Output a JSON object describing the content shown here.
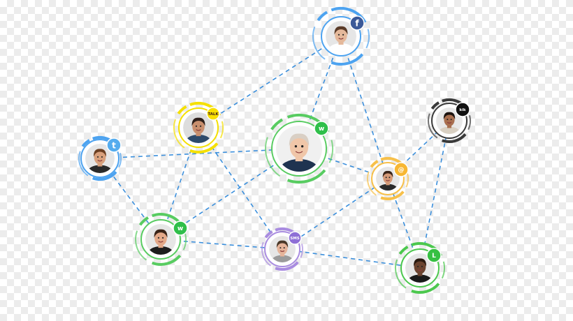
{
  "network": {
    "edge_color": "#3b8fdc",
    "nodes": [
      {
        "id": "n-facebook",
        "channel": "facebook",
        "channel_label": "f",
        "icon": "facebook-icon",
        "ring_color": "#4da3f0",
        "badge_color": "#3b5998",
        "skin": "#e4b89a",
        "hair": "#5a3b28",
        "shirt": "#ffffff",
        "bg": "#e6e6e6"
      },
      {
        "id": "n-kakao",
        "channel": "kakaotalk",
        "channel_label": "TALK",
        "icon": "kakaotalk-icon",
        "ring_color": "#f5e000",
        "badge_color": "#f9e000",
        "skin": "#c98f6e",
        "hair": "#2d1f1a",
        "shirt": "#2d4a6b",
        "bg": "#ddd"
      },
      {
        "id": "n-twitter",
        "channel": "twitter",
        "channel_label": "t",
        "icon": "twitter-icon",
        "ring_color": "#4da3f0",
        "badge_color": "#55acee",
        "skin": "#d8a07c",
        "hair": "#6b3f22",
        "shirt": "#2a2a2a",
        "bg": "#e6e6e6"
      },
      {
        "id": "n-main-whatsapp",
        "channel": "whatsapp",
        "channel_label": "w",
        "icon": "whatsapp-icon",
        "ring_color": "#58cc61",
        "badge_color": "#2fbf4a",
        "skin": "#f0c6a8",
        "hair": "#d9cfc4",
        "shirt": "#1f3350",
        "bg": "#f0f0f0"
      },
      {
        "id": "n-kik",
        "channel": "kik",
        "channel_label": "kik",
        "icon": "kik-icon",
        "ring_color": "#3a3a3a",
        "badge_color": "#111111",
        "skin": "#a86f4f",
        "hair": "#1c1410",
        "shirt": "#d9d0c2",
        "bg": "#e8e8e8"
      },
      {
        "id": "n-email",
        "channel": "email",
        "channel_label": "@",
        "icon": "envelope-icon",
        "ring_color": "#f7c04a",
        "badge_color": "#f7b733",
        "skin": "#d59a78",
        "hair": "#3a2418",
        "shirt": "#2b2b2b",
        "bg": "#e6e6e6"
      },
      {
        "id": "n-whatsapp-2",
        "channel": "whatsapp",
        "channel_label": "w",
        "icon": "whatsapp-icon",
        "ring_color": "#58cc61",
        "badge_color": "#2fbf4a",
        "skin": "#e3a888",
        "hair": "#3a2418",
        "shirt": "#1d1d1d",
        "bg": "#e6e6e6"
      },
      {
        "id": "n-sms",
        "channel": "sms",
        "channel_label": "SMS",
        "icon": "sms-icon",
        "ring_color": "#a98ce0",
        "badge_color": "#8e6fd6",
        "skin": "#e6b49a",
        "hair": "#4a3828",
        "shirt": "#9b9b9b",
        "bg": "#e6e6e6"
      },
      {
        "id": "n-line",
        "channel": "line",
        "channel_label": "L",
        "icon": "line-icon",
        "ring_color": "#4cc84e",
        "badge_color": "#37c043",
        "skin": "#6b4430",
        "hair": "#2a1a10",
        "shirt": "#1a1a1a",
        "bg": "#e6e6e6"
      }
    ],
    "edges": [
      [
        "n-facebook",
        "n-kakao"
      ],
      [
        "n-facebook",
        "n-main-whatsapp"
      ],
      [
        "n-facebook",
        "n-email"
      ],
      [
        "n-kakao",
        "n-whatsapp-2"
      ],
      [
        "n-kakao",
        "n-sms"
      ],
      [
        "n-twitter",
        "n-main-whatsapp"
      ],
      [
        "n-twitter",
        "n-whatsapp-2"
      ],
      [
        "n-main-whatsapp",
        "n-email"
      ],
      [
        "n-main-whatsapp",
        "n-whatsapp-2"
      ],
      [
        "n-kik",
        "n-email"
      ],
      [
        "n-kik",
        "n-line"
      ],
      [
        "n-email",
        "n-sms"
      ],
      [
        "n-email",
        "n-line"
      ],
      [
        "n-whatsapp-2",
        "n-sms"
      ],
      [
        "n-sms",
        "n-line"
      ]
    ]
  }
}
